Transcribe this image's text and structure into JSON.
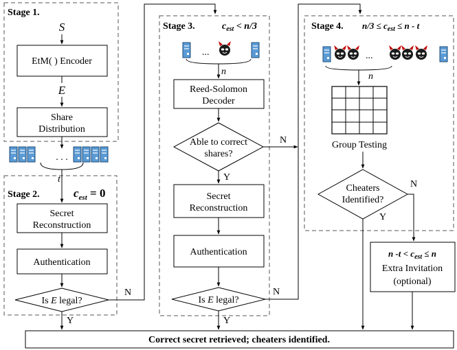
{
  "stages": {
    "s1": {
      "title": "Stage 1."
    },
    "s2": {
      "title": "Stage 2.",
      "cond_var": "c",
      "cond_sub": "est",
      "cond_rest": " = 0"
    },
    "s3": {
      "title": "Stage 3.",
      "cond_var": "c",
      "cond_sub": "est",
      "cond_rest": " < n/3"
    },
    "s4": {
      "title": "Stage 4.",
      "cond_pre": "n/3 ≤ ",
      "cond_var": "c",
      "cond_sub": "est",
      "cond_rest": " ≤ n - t"
    }
  },
  "symbols": {
    "S": "S",
    "E": "E",
    "t": "t",
    "n3": "n",
    "n4": "n",
    "dots": ". . .",
    "dots3": "...",
    "dots4": "..."
  },
  "nodes": {
    "etm": "EtM( ) Encoder",
    "share_dist": [
      "Share",
      "Distribution"
    ],
    "secret_recon2": [
      "Secret",
      "Reconstruction"
    ],
    "auth2": "Authentication",
    "legal2": {
      "pre": "Is ",
      "var": "E",
      "post": " legal?"
    },
    "rs_decoder": [
      "Reed-Solomon",
      "Decoder"
    ],
    "correct_q": [
      "Able to correct",
      "shares?"
    ],
    "secret_recon3": [
      "Secret",
      "Reconstruction"
    ],
    "auth3": "Authentication",
    "legal3": {
      "pre": "Is ",
      "var": "E",
      "post": " legal?"
    },
    "group_testing": "Group Testing",
    "cheaters_q": [
      "Cheaters",
      "Identified?"
    ],
    "extra": {
      "cond_pre": "n -t < ",
      "cond_var": "c",
      "cond_sub": "est",
      "cond_post": " ≤ n",
      "line2": "Extra Invitation",
      "line3": "(optional)"
    },
    "final": "Correct secret retrieved; cheaters identified."
  },
  "edge_labels": {
    "n2": "N",
    "y2": "Y",
    "y_correct": "Y",
    "n_correct": "N",
    "n3": "N",
    "y3": "Y",
    "n_cheat": "N",
    "y_cheat": "Y"
  }
}
